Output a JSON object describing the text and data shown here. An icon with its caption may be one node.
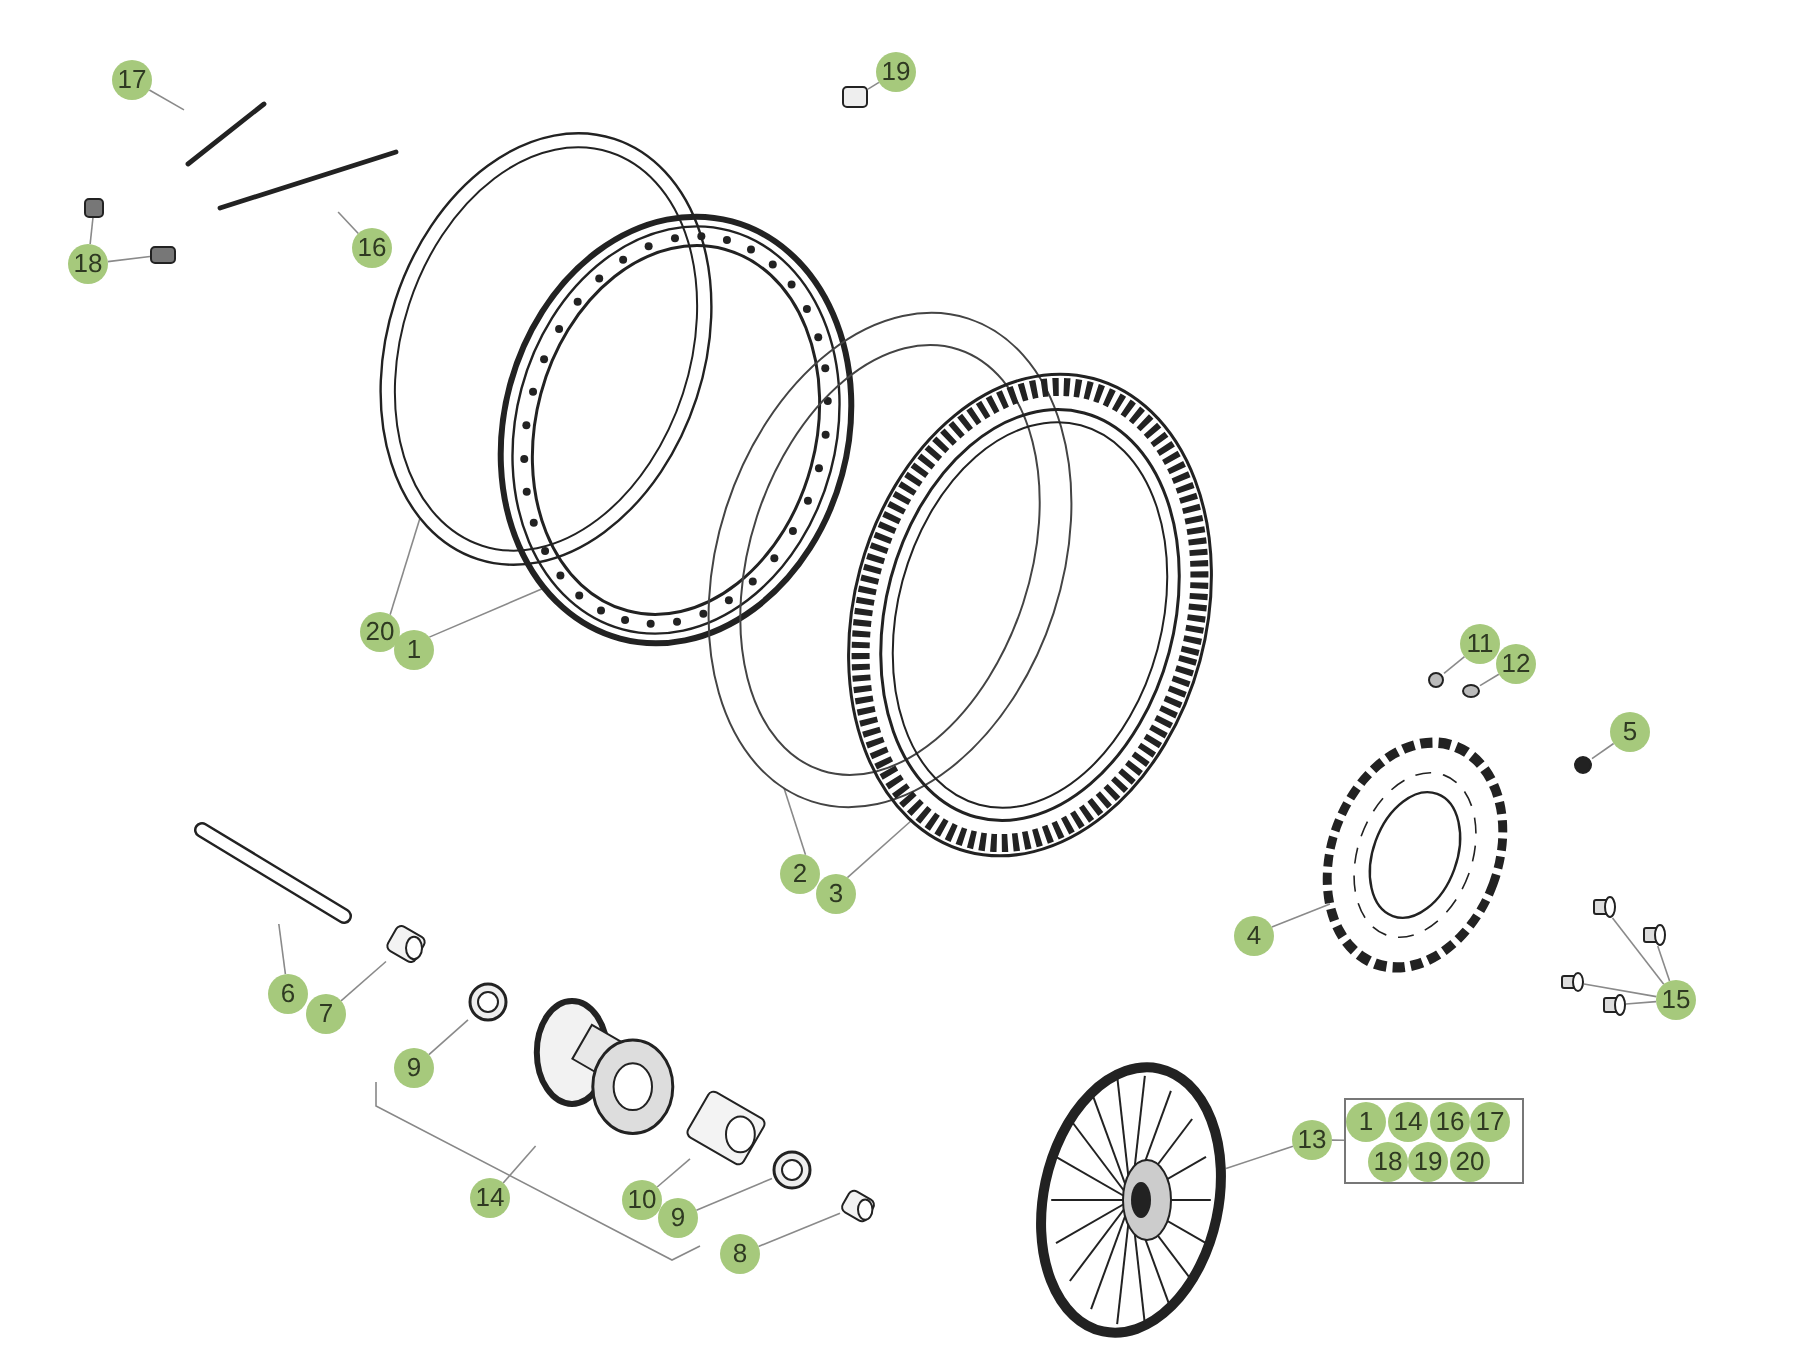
{
  "diagram": {
    "nodes": [
      {
        "text": [
          "17"
        ]
      },
      {
        "text": [],
        "shape": "picture"
      },
      {
        "text": [
          "16"
        ]
      },
      {
        "text": [],
        "shape": "picture"
      },
      {
        "text": [
          "18"
        ]
      },
      {
        "text": [],
        "shape": "box"
      },
      {
        "text": [],
        "shape": "box"
      },
      {
        "text": [
          "19"
        ]
      },
      {
        "text": [],
        "shape": "box"
      },
      {
        "text": [],
        "shape": "picture"
      },
      {
        "text": [],
        "shape": "picture"
      },
      {
        "text": [
          "20"
        ]
      },
      {
        "text": [
          "1"
        ]
      },
      {
        "text": [],
        "shape": "picture"
      },
      {
        "text": [],
        "shape": "picture"
      },
      {
        "text": [],
        "shape": "circle"
      },
      {
        "text": [],
        "shape": "circle"
      },
      {
        "text": [
          "11"
        ]
      },
      {
        "text": [
          "12"
        ]
      },
      {
        "text": [
          "5"
        ]
      },
      {
        "text": [],
        "shape": "circle"
      },
      {
        "text": [
          "2"
        ]
      },
      {
        "text": [
          "3"
        ]
      },
      {
        "text": [],
        "shape": "picture"
      },
      {
        "text": [
          "4"
        ]
      },
      {
        "text": [],
        "shape": "picture"
      },
      {
        "text": [],
        "shape": "picture"
      },
      {
        "text": [],
        "shape": "picture"
      },
      {
        "text": [],
        "shape": "picture"
      },
      {
        "text": [
          "15"
        ]
      },
      {
        "text": [],
        "shape": "picture"
      },
      {
        "text": [
          "6"
        ]
      },
      {
        "text": [],
        "shape": "picture"
      },
      {
        "text": [
          "7"
        ]
      },
      {
        "text": [],
        "shape": "picture"
      },
      {
        "text": [
          "9"
        ]
      },
      {
        "text": [],
        "shape": "picture"
      },
      {
        "text": [
          "14"
        ]
      },
      {
        "text": [],
        "shape": "picture"
      },
      {
        "text": [
          "10"
        ]
      },
      {
        "text": [],
        "shape": "picture"
      },
      {
        "text": [
          "9"
        ]
      },
      {
        "text": [],
        "shape": "picture"
      },
      {
        "text": [
          "8"
        ]
      },
      {
        "text": [],
        "shape": "picture"
      },
      {
        "text": [
          "13"
        ]
      },
      {
        "text": [],
        "shape": "box"
      },
      {
        "text": [
          "1"
        ],
        "in": 46
      },
      {
        "text": [
          "14"
        ],
        "in": 46
      },
      {
        "text": [
          "16"
        ],
        "in": 46
      },
      {
        "text": [
          "17"
        ],
        "in": 46
      },
      {
        "text": [
          "18"
        ],
        "in": 46
      },
      {
        "text": [
          "19"
        ],
        "in": 46
      },
      {
        "text": [
          "20"
        ],
        "in": 46
      }
    ],
    "edges": [
      {
        "from": 0,
        "to": 1,
        "arrow": "none"
      },
      {
        "from": 2,
        "to": 3,
        "arrow": "none"
      },
      {
        "from": 4,
        "to": 5,
        "arrow": "none"
      },
      {
        "from": 4,
        "to": 6,
        "arrow": "none"
      },
      {
        "from": 7,
        "to": 8,
        "arrow": "none"
      },
      {
        "from": 11,
        "to": 9,
        "arrow": "none"
      },
      {
        "from": 12,
        "to": 10,
        "arrow": "none"
      },
      {
        "from": 17,
        "to": 15,
        "arrow": "none"
      },
      {
        "from": 18,
        "to": 16,
        "arrow": "none"
      },
      {
        "from": 19,
        "to": 20,
        "arrow": "none"
      },
      {
        "from": 21,
        "to": 13,
        "arrow": "none"
      },
      {
        "from": 22,
        "to": 14,
        "arrow": "none"
      },
      {
        "from": 24,
        "to": 23,
        "arrow": "none"
      },
      {
        "from": 29,
        "to": 25,
        "arrow": "none"
      },
      {
        "from": 29,
        "to": 26,
        "arrow": "none"
      },
      {
        "from": 29,
        "to": 27,
        "arrow": "none"
      },
      {
        "from": 29,
        "to": 28,
        "arrow": "none"
      },
      {
        "from": 31,
        "to": 30,
        "arrow": "none"
      },
      {
        "from": 33,
        "to": 32,
        "arrow": "none"
      },
      {
        "from": 35,
        "to": 34,
        "arrow": "none"
      },
      {
        "from": 37,
        "to": 36,
        "arrow": "none"
      },
      {
        "from": 39,
        "to": 38,
        "arrow": "none"
      },
      {
        "from": 41,
        "to": 40,
        "arrow": "none"
      },
      {
        "from": 43,
        "to": 42,
        "arrow": "none"
      },
      {
        "from": 45,
        "to": 44,
        "arrow": "none"
      },
      {
        "from": 45,
        "to": 46,
        "arrow": "none"
      }
    ]
  }
}
